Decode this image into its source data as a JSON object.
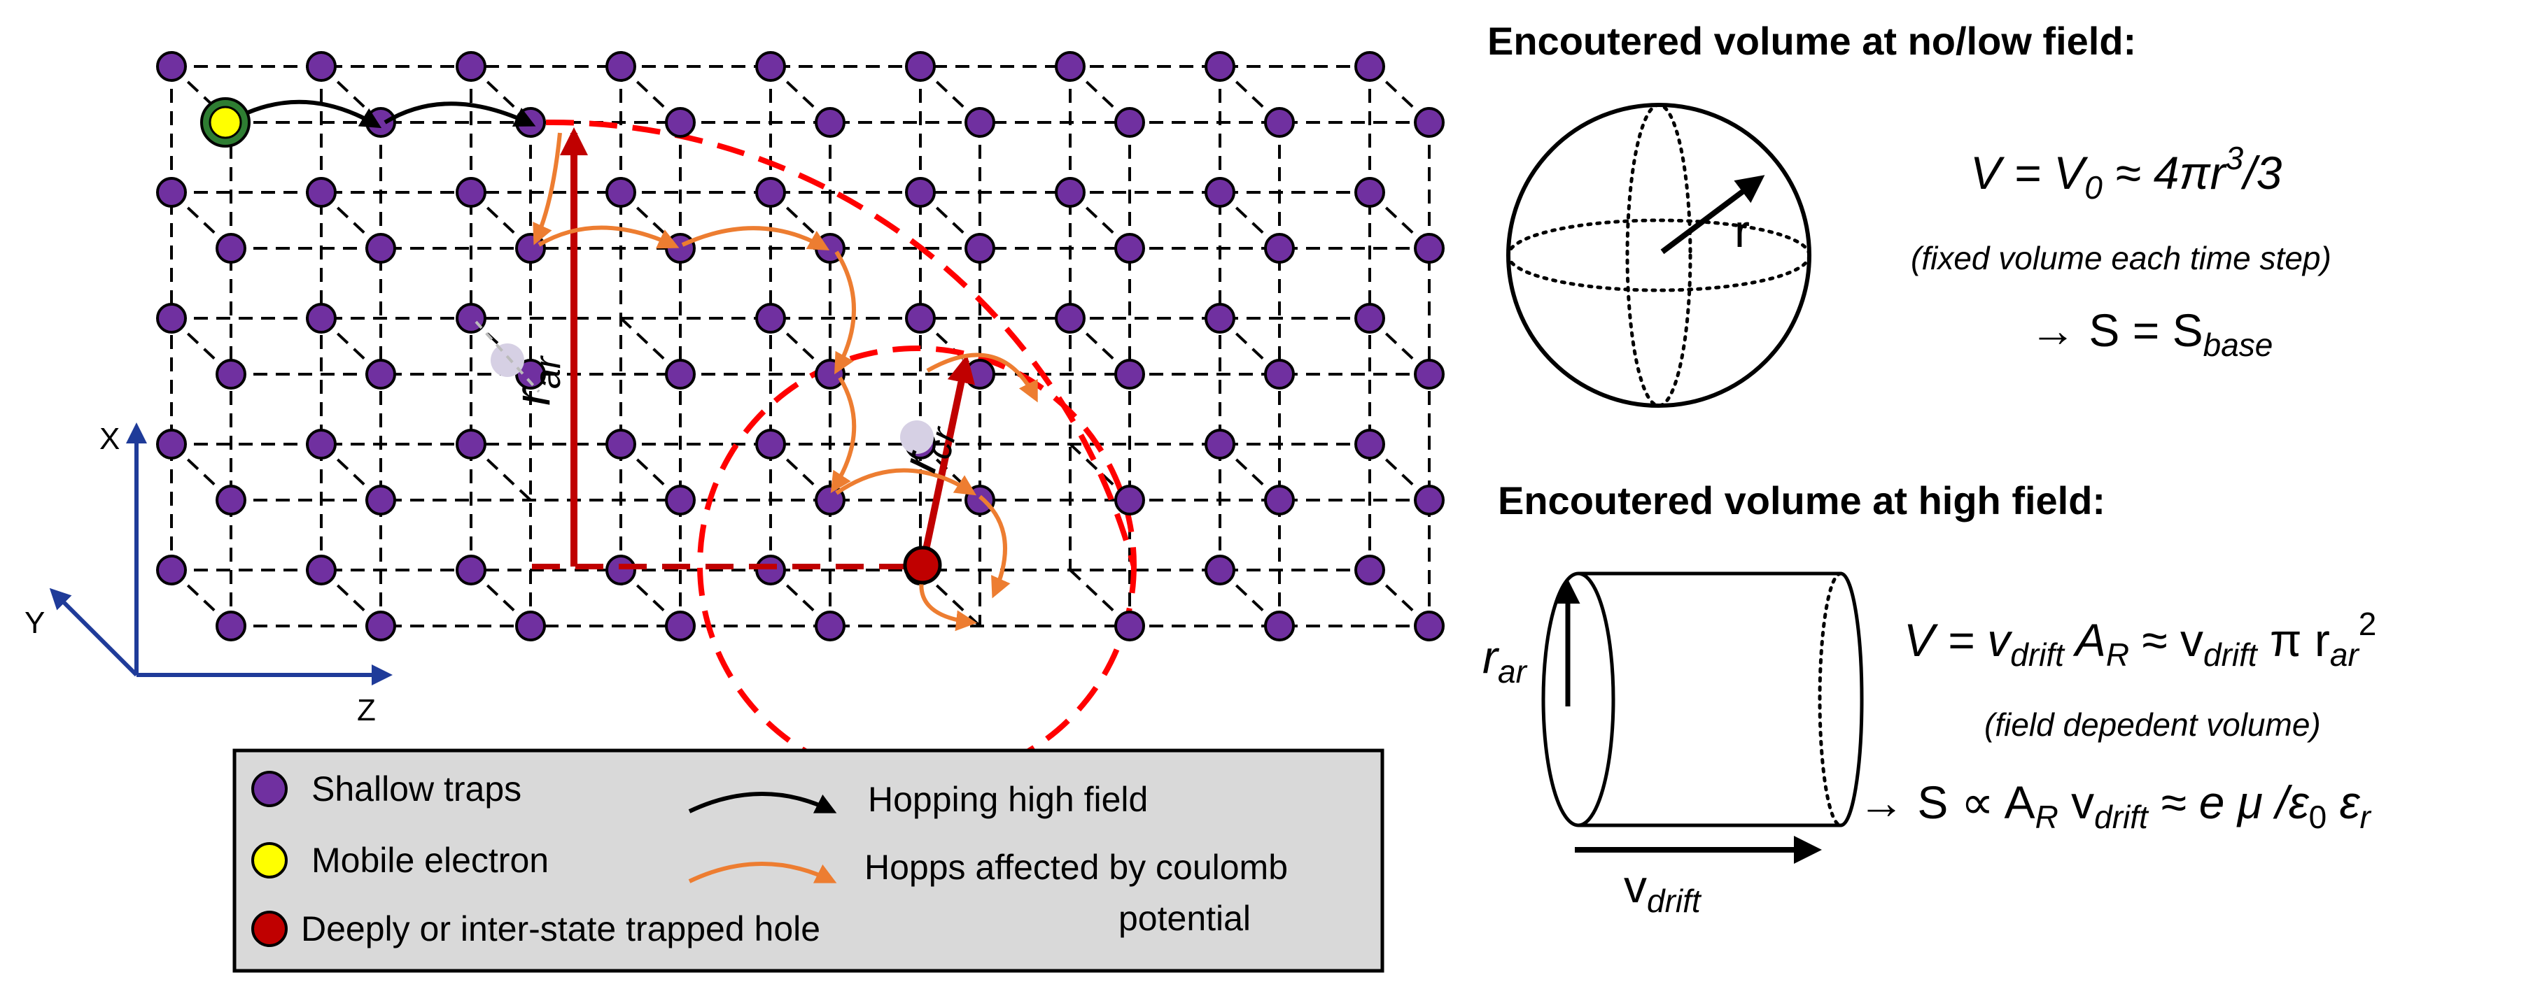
{
  "legend": {
    "shallow_traps": "Shallow traps",
    "mobile_electron": "Mobile electron",
    "deep_trap": "Deeply or inter-state trapped hole",
    "hopping_high_field": "Hopping high field",
    "hopps_affected_1": "Hopps affected by coulomb",
    "hopps_affected_2": "potential"
  },
  "axes": {
    "x": "X",
    "y": "Y",
    "z": "Z"
  },
  "lattice_labels": {
    "r_ar": "r",
    "r_ar_sub": "ar",
    "r_cr": "r",
    "r_cr_sub": "cr"
  },
  "low_field": {
    "title": "Encoutered volume at no/low field:",
    "sphere_r": "r",
    "eq_V": "V = V",
    "eq_V_sub": "0",
    "eq_V_rest": " ≈  4πr",
    "eq_V_sup": "3",
    "eq_V_end": "/3",
    "note": "(fixed volume each time step)",
    "eq_S": "→ S = S",
    "eq_S_sub": "base"
  },
  "high_field": {
    "title": "Encoutered volume at high field:",
    "cyl_r": "r",
    "cyl_r_sub": "ar",
    "cyl_v": "v",
    "cyl_v_sub": "drift",
    "eq_V": "V = v",
    "eq_V_sub1": "drift",
    "eq_V_A": " A",
    "eq_V_sub2": "R",
    "eq_V_mid": " ≈ v",
    "eq_V_sub3": "drift",
    "eq_V_pi": " π r",
    "eq_V_sub4": "ar",
    "eq_V_sup": "2",
    "note": "(field depedent volume)",
    "eq_S": "→ S ∝  A",
    "eq_S_sub1": "R",
    "eq_S_v": " v",
    "eq_S_sub2": "drift",
    "eq_S_mid": " ≈ e  μ /ε",
    "eq_S_sub3": "0",
    "eq_S_eps": " ε",
    "eq_S_sub4": "r"
  },
  "colors": {
    "trap": "#7030a0",
    "electron": "#ffff00",
    "electron_ring": "#2e7d32",
    "hole": "#c00000",
    "red_arrow": "#c00000",
    "dashed_circle": "#ff0000",
    "orange_arrow": "#ed7d31",
    "axis": "#1f3b99",
    "legend_bg": "#d9d9d9"
  }
}
